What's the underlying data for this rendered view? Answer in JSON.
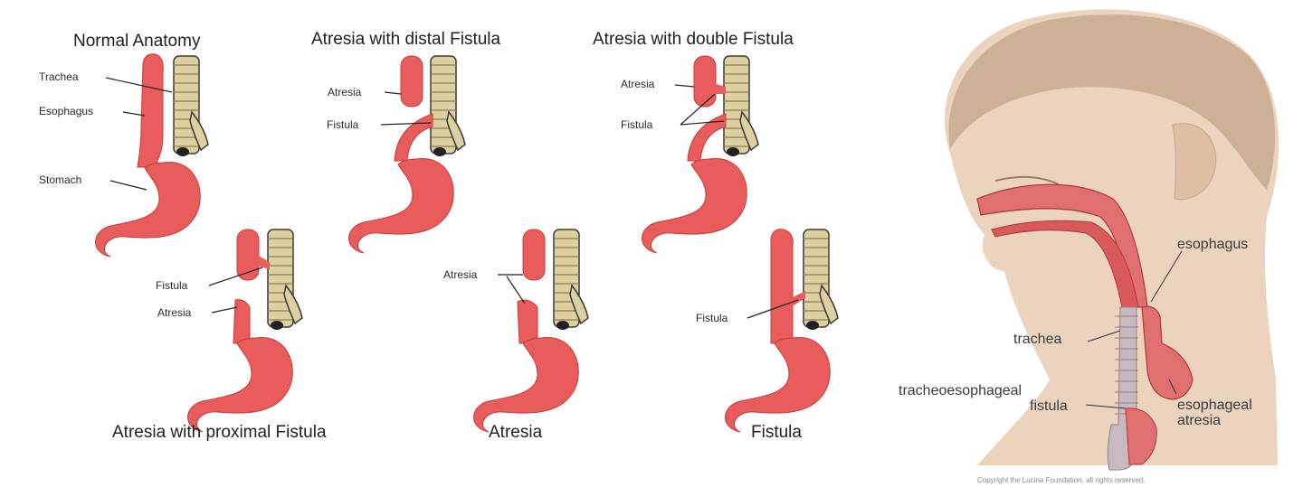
{
  "left_panel": {
    "panels": [
      {
        "title": "Normal Anatomy",
        "labels": {
          "trachea": "Trachea",
          "esophagus": "Esophagus",
          "stomach": "Stomach"
        }
      },
      {
        "title": "Atresia with distal Fistula",
        "labels": {
          "atresia": "Atresia",
          "fistula": "Fistula"
        }
      },
      {
        "title": "Atresia with double Fistula",
        "labels": {
          "atresia": "Atresia",
          "fistula": "Fistula"
        }
      },
      {
        "title": "Atresia with proximal Fistula",
        "labels": {
          "fistula": "Fistula",
          "atresia": "Atresia"
        }
      },
      {
        "title": "Atresia",
        "labels": {
          "atresia": "Atresia"
        }
      },
      {
        "title": "Fistula",
        "labels": {
          "fistula": "Fistula"
        }
      }
    ]
  },
  "right_panel": {
    "labels": {
      "esophagus": "esophagus",
      "trachea": "trachea",
      "te_fistula_line1": "tracheoesophageal",
      "te_fistula_line2": "fistula",
      "esophageal_atresia_line1": "esophageal",
      "esophageal_atresia_line2": "atresia"
    },
    "copyright": "Copyright the Lucina Foundation, all rights reserved."
  },
  "colors": {
    "organ": "#e85c5c",
    "organ_dark": "#c83b3b",
    "trachea": "#dccfa0",
    "trachea_outline": "#3a3a3a",
    "skin": "#ecd3be",
    "hair": "#c9ad92"
  }
}
